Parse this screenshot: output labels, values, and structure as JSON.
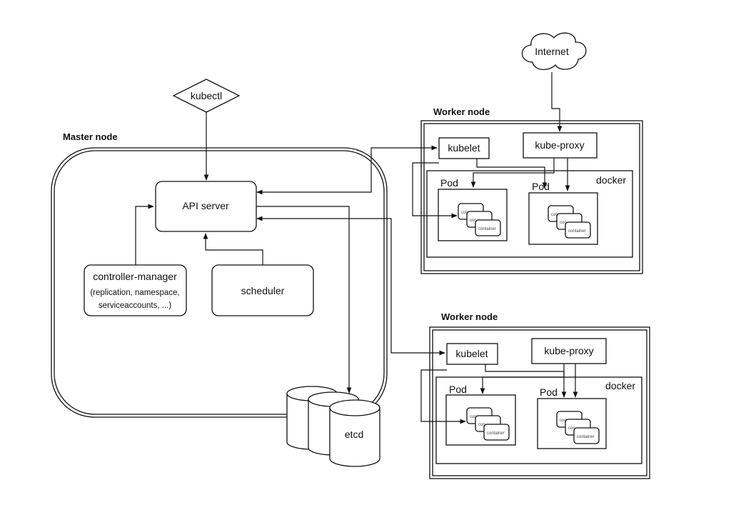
{
  "master": {
    "title": "Master node",
    "kubectl": "kubectl",
    "api_server": "API server",
    "controller_manager": {
      "line1": "controller-manager",
      "line2": "(replication, namespace,",
      "line3": "serviceaccounts, ...)"
    },
    "scheduler": "scheduler",
    "etcd": "etcd"
  },
  "internet": "Internet",
  "workers": [
    {
      "title": "Worker node",
      "kubelet": "kubelet",
      "kube_proxy": "kube-proxy",
      "docker": "docker",
      "pods": [
        {
          "label": "Pod",
          "containers": [
            "con",
            "con",
            "container"
          ]
        },
        {
          "label": "Pod",
          "containers": [
            "con",
            "con",
            "container"
          ]
        }
      ]
    },
    {
      "title": "Worker node",
      "kubelet": "kubelet",
      "kube_proxy": "kube-proxy",
      "docker": "docker",
      "pods": [
        {
          "label": "Pod",
          "containers": [
            "con",
            "con",
            "container"
          ]
        },
        {
          "label": "Pod",
          "containers": [
            "con",
            "con",
            "container"
          ]
        }
      ]
    }
  ]
}
